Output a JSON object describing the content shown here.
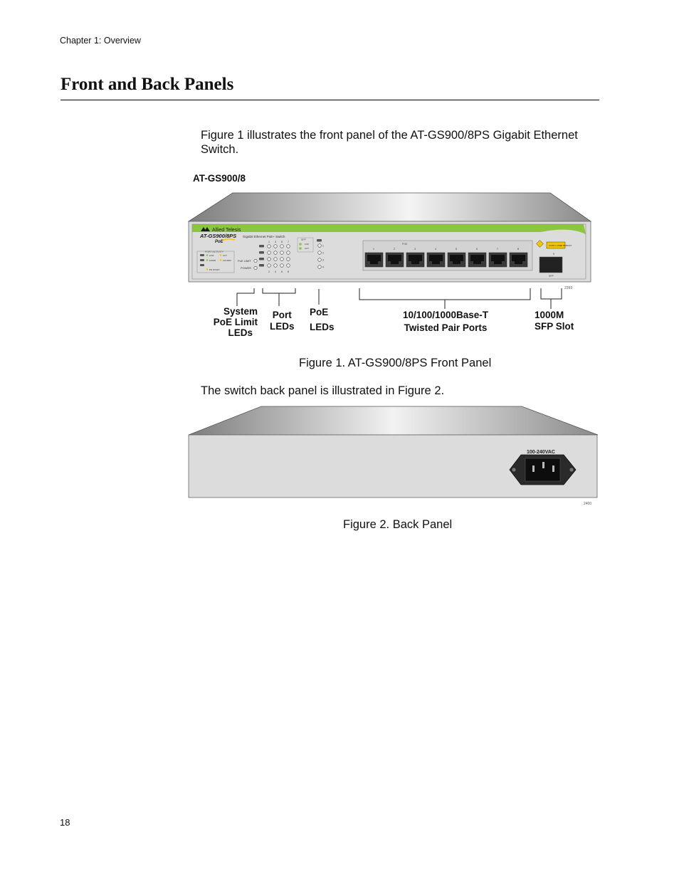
{
  "header": {
    "chapter": "Chapter 1: Overview"
  },
  "section": {
    "title": "Front and Back Panels"
  },
  "intro": "Figure 1 illustrates the front panel of the AT-GS900/8PS Gigabit Ethernet Switch.",
  "figure1": {
    "model_label": "AT-GS900/8",
    "caption": "Figure 1. AT-GS900/8PS Front Panel",
    "callouts": {
      "system_poe": [
        "System",
        "PoE Limit",
        "LEDs"
      ],
      "port_leds": [
        "Port",
        "LEDs"
      ],
      "poe_leds": [
        "PoE",
        "LEDs"
      ],
      "twisted_pair": [
        "10/100/1000Base-T",
        "Twisted Pair Ports"
      ],
      "sfp": [
        "1000M",
        "SFP Slot"
      ]
    },
    "device": {
      "brand": "Allied Telesis",
      "model": "AT-GS900/8PS",
      "subtitle": "Gigabit Ethernet PoE+ Switch",
      "poe_logo": "PoE",
      "port_activity": "PORT ACTIVITY",
      "legend": [
        "LINK",
        "ACT",
        "1000M",
        "10/100M",
        "PD DOWN"
      ],
      "poe_limit": "PoE LIMIT",
      "power": "POWER",
      "sfp_label": "SFP",
      "sfp_led_labels": [
        "LNK",
        "ACT"
      ],
      "poe_group_label": "POE",
      "port_numbers": [
        "1",
        "2",
        "3",
        "4",
        "5",
        "6",
        "7",
        "8"
      ],
      "sfp_port_number": "9",
      "laser_label": "CLASS 1 LASER PRODUCT",
      "image_id": "2399"
    }
  },
  "back_intro": "The switch back panel is illustrated in Figure 2.",
  "figure2": {
    "caption": "Figure 2. Back Panel",
    "power_label": "100-240VAC",
    "image_id": "2400"
  },
  "footer": {
    "page_number": "18"
  },
  "colors": {
    "accent_green": "#8cc63f",
    "panel_gray": "#dcdcdc"
  }
}
